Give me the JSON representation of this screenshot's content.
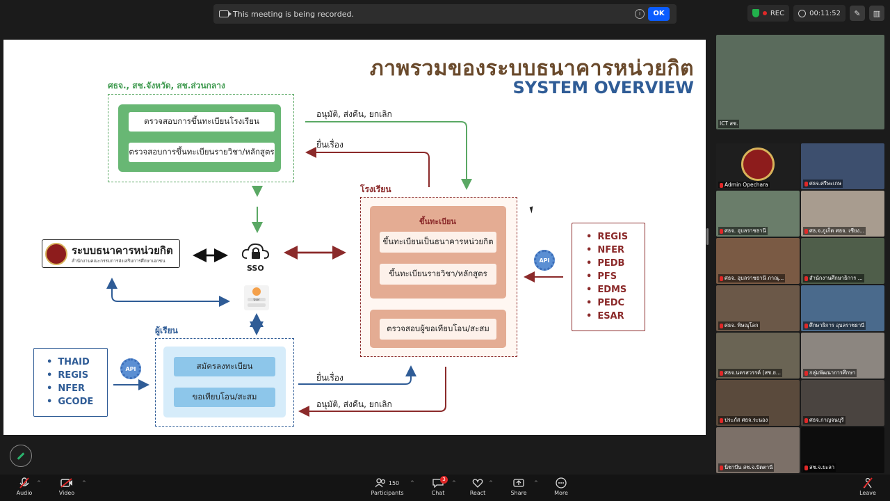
{
  "banner": {
    "message": "This meeting is being recorded.",
    "ok_label": "OK"
  },
  "status": {
    "rec_label": "REC",
    "timer": "00:11:52"
  },
  "slide": {
    "title_th": "ภาพรวมของระบบธนาคารหน่วยกิต",
    "title_en": "SYSTEM OVERVIEW",
    "top_group_label": "ศธจ., สช.จังหวัด, สช.ส่วนกลาง",
    "top_items": [
      "ตรวจสอบการขึ้นทะเบียนโรงเรียน",
      "ตรวจสอบการขึ้นทะเบียนรายวิชา/หลักสูตร"
    ],
    "school_label": "โรงเรียน",
    "school_register_title": "ขึ้นทะเบียน",
    "school_register_items": [
      "ขึ้นทะเบียนเป็นธนาคารหน่วยกิต",
      "ขึ้นทะเบียนรายวิชา/หลักสูตร"
    ],
    "school_verify_item": "ตรวจสอบผู้ขอเทียบโอน/สะสม",
    "learner_label": "ผู้เรียน",
    "learner_items": [
      "สมัครลงทะเบียน",
      "ขอเทียบโอน/สะสม"
    ],
    "flow_approve_top": "อนุมัติ, ส่งคืน, ยกเลิก",
    "flow_submit_top": "ยื่นเรื่อง",
    "flow_submit_bottom": "ยื่นเรื่อง",
    "flow_approve_bottom": "อนุมัติ, ส่งคืน, ยกเลิก",
    "bank_name": "ระบบธนาคารหน่วยกิต",
    "bank_sub": "สำนักงานคณะกรรมการส่งเสริมการศึกษาเอกชน",
    "sso_label": "SSO",
    "api_label": "API",
    "user_label": "User",
    "right_list": [
      "REGIS",
      "NFER",
      "PEDB",
      "PFS",
      "EDMS",
      "PEDC",
      "ESAR"
    ],
    "left_list": [
      "THAID",
      "REGIS",
      "NFER",
      "GCODE"
    ],
    "colors": {
      "green": "#5aa864",
      "maroon": "#8b2a2a",
      "blue": "#2f5c96",
      "brown": "#6a4a2c"
    }
  },
  "participants": [
    {
      "name": "ICT สช."
    },
    {
      "name": "Admin Opechara"
    },
    {
      "name": "ศธจ.ศรีษะเกษ"
    },
    {
      "name": "ศธจ. อุบลราชธานี"
    },
    {
      "name": "ศธ.จ.ภูเก็ต ศธจ. เชียง..."
    },
    {
      "name": "ศธจ. อุบลราชธานี ภาณุ..."
    },
    {
      "name": "สำนักงานศึกษาธิการ ..."
    },
    {
      "name": "ศธจ. พิษณุโลก"
    },
    {
      "name": "ศึกษาธิการ อุบลราชธานี"
    },
    {
      "name": "ศธจ.นครสวรรค์ (สช.ย..."
    },
    {
      "name": "กลุ่มพัฒนาการศึกษา"
    },
    {
      "name": "ประภัส ศธจ.ระนอง"
    },
    {
      "name": "ศธจ.กาญจนบุรี"
    },
    {
      "name": "นิชาบีน สช.จ.ปัตตานี"
    },
    {
      "name": "สช.จ.ยะลา"
    }
  ],
  "toolbar": {
    "audio": "Audio",
    "video": "Video",
    "participants": "Participants",
    "participants_count": "150",
    "chat": "Chat",
    "chat_badge": "3",
    "react": "React",
    "share": "Share",
    "more": "More",
    "leave": "Leave"
  }
}
